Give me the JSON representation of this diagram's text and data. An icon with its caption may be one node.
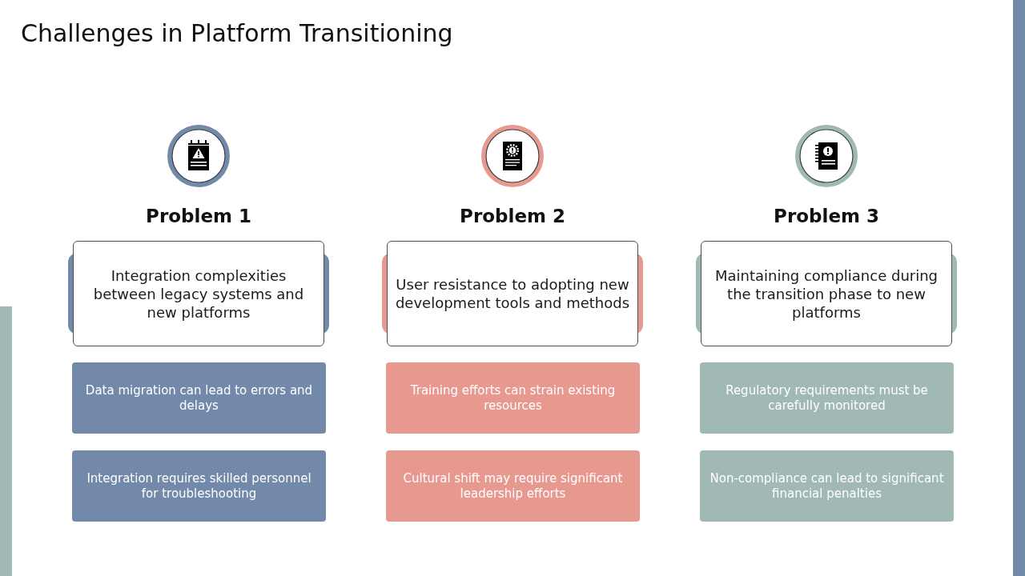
{
  "diagram": {
    "title": "Challenges in Platform Transitioning",
    "nodes": [
      {
        "text": [
          "Problem 1",
          "Integration complexities between legacy systems and new platforms"
        ]
      },
      {
        "text": [
          "Data migration can lead to errors and delays"
        ]
      },
      {
        "text": [
          "Integration requires skilled personnel for troubleshooting"
        ]
      },
      {
        "text": [
          "Problem 2",
          "User resistance to adopting new development tools and methods"
        ]
      },
      {
        "text": [
          "Training efforts can strain existing resources"
        ]
      },
      {
        "text": [
          "Cultural shift may require significant leadership efforts"
        ]
      },
      {
        "text": [
          "Problem 3",
          "Maintaining compliance during the transition phase to new platforms"
        ]
      },
      {
        "text": [
          "Regulatory requirements must be carefully monitored"
        ]
      },
      {
        "text": [
          "Non-compliance can lead to significant financial penalties"
        ]
      }
    ]
  }
}
